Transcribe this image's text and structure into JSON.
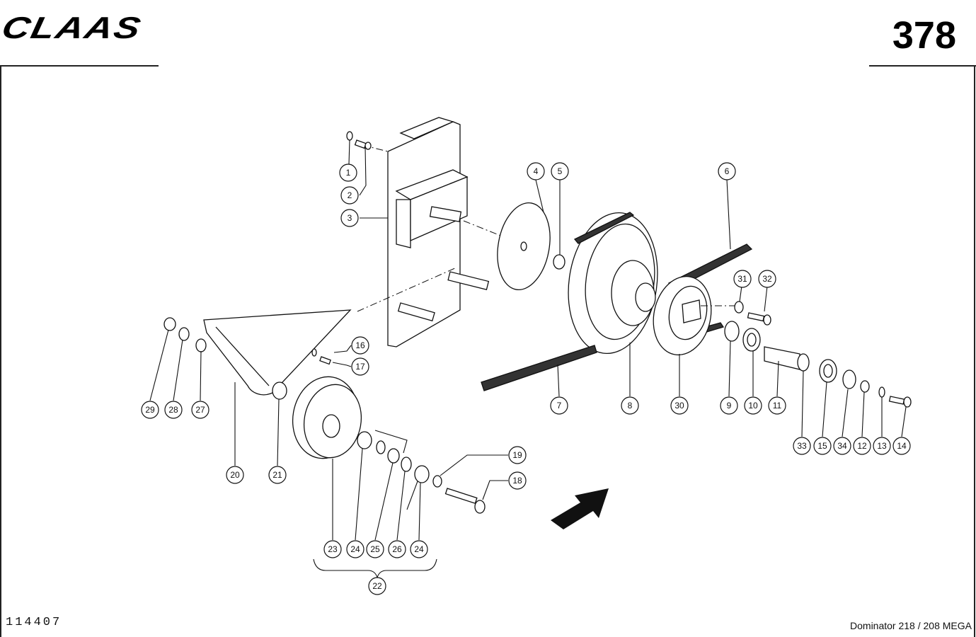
{
  "header": {
    "brand_logo": "CLAAS",
    "page_number": "378"
  },
  "footer": {
    "document_number": "114407",
    "model": "Dominator 218 / 208 MEGA"
  },
  "callouts": [
    "1",
    "2",
    "3",
    "4",
    "5",
    "6",
    "7",
    "8",
    "9",
    "10",
    "11",
    "12",
    "13",
    "14",
    "15",
    "16",
    "17",
    "18",
    "19",
    "20",
    "21",
    "22",
    "23",
    "24",
    "24",
    "25",
    "26",
    "27",
    "28",
    "29",
    "30",
    "31",
    "32",
    "33",
    "34"
  ]
}
